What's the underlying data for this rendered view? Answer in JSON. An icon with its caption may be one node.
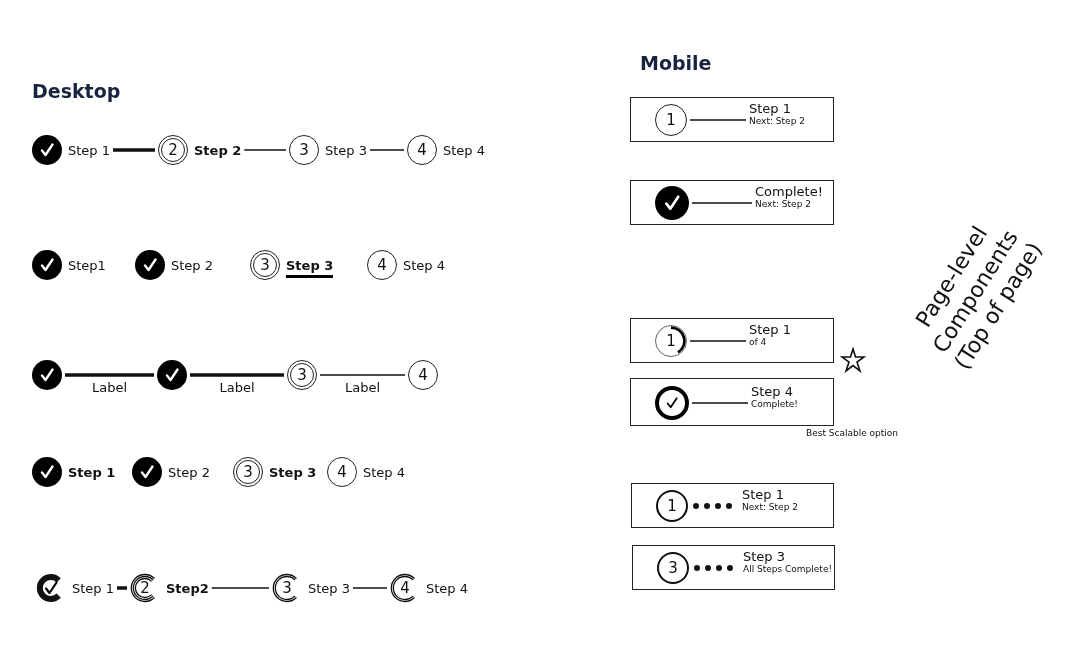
{
  "diagram": {
    "nodes": [
      {
        "text": [
          "Step 1"
        ]
      },
      {
        "text": [
          "2",
          "Step 2"
        ]
      },
      {
        "text": [
          "3",
          "Step 3"
        ]
      },
      {
        "text": [
          "4",
          "Step 4"
        ]
      },
      {
        "text": [
          "Step1"
        ]
      },
      {
        "text": [
          "Step 2"
        ]
      },
      {
        "text": [
          "3",
          "Step 3"
        ]
      },
      {
        "text": [
          "4",
          "Step 4"
        ]
      },
      {
        "text": [],
        "shape": "circle"
      },
      {
        "text": [],
        "shape": "circle"
      },
      {
        "text": [
          "3"
        ]
      },
      {
        "text": [
          "4"
        ]
      },
      {
        "text": [
          "Step 1"
        ]
      },
      {
        "text": [
          "Step 2"
        ]
      },
      {
        "text": [
          "3",
          "Step 3"
        ]
      },
      {
        "text": [
          "4",
          "Step 4"
        ]
      },
      {
        "text": [
          "Step 1"
        ]
      },
      {
        "text": [
          "2",
          "Step2"
        ]
      },
      {
        "text": [
          "3",
          "Step 3"
        ]
      },
      {
        "text": [
          "4",
          "Step 4"
        ]
      },
      {
        "text": [],
        "shape": "box"
      },
      {
        "text": [
          "1"
        ],
        "in": 20
      },
      {
        "text": [
          "Step 1",
          "Next: Step 2"
        ],
        "in": 20
      },
      {
        "text": [],
        "shape": "box"
      },
      {
        "text": [],
        "shape": "circle",
        "in": 23
      },
      {
        "text": [
          "Complete!",
          "Next: Step 2"
        ],
        "in": 23
      },
      {
        "text": [],
        "shape": "box"
      },
      {
        "text": [
          "1"
        ],
        "in": 26
      },
      {
        "text": [
          "Step 1",
          "of 4"
        ],
        "in": 26
      },
      {
        "text": [],
        "shape": "box"
      },
      {
        "text": [],
        "shape": "circle",
        "in": 29
      },
      {
        "text": [
          "Step 4",
          "Complete!"
        ],
        "in": 29
      },
      {
        "text": [],
        "shape": "box"
      },
      {
        "text": [
          "1"
        ],
        "in": 32
      },
      {
        "text": [
          "Step 1",
          "Next: Step 2"
        ],
        "in": 32
      },
      {
        "text": [],
        "shape": "box"
      },
      {
        "text": [
          "3"
        ],
        "in": 35
      },
      {
        "text": [
          "Step 3",
          "All Steps Complete!"
        ],
        "in": 35
      }
    ],
    "edges": [
      {
        "from": 0,
        "to": 1,
        "arrow": "none",
        "style": "thick"
      },
      {
        "from": 1,
        "to": 2,
        "arrow": "none"
      },
      {
        "from": 2,
        "to": 3,
        "arrow": "none"
      },
      {
        "from": 8,
        "to": 9,
        "arrow": "none",
        "label": "Label",
        "style": "thick"
      },
      {
        "from": 9,
        "to": 10,
        "arrow": "none",
        "label": "Label",
        "style": "thick"
      },
      {
        "from": 10,
        "to": 11,
        "arrow": "none",
        "label": "Label"
      },
      {
        "from": 16,
        "to": 17,
        "arrow": "none",
        "style": "thick"
      },
      {
        "from": 17,
        "to": 18,
        "arrow": "none"
      },
      {
        "from": 18,
        "to": 19,
        "arrow": "none"
      },
      {
        "from": 21,
        "to": 22,
        "arrow": "none"
      },
      {
        "from": 24,
        "to": 25,
        "arrow": "none"
      },
      {
        "from": 27,
        "to": 28,
        "arrow": "none"
      },
      {
        "from": 30,
        "to": 31,
        "arrow": "none"
      },
      {
        "from": 33,
        "to": 34,
        "arrow": "none",
        "style": "dashed"
      },
      {
        "from": 36,
        "to": 37,
        "arrow": "none",
        "style": "dashed"
      }
    ],
    "labels": [
      "Mobile",
      "Desktop",
      "Page-level Components (Top of page)",
      "Best Scalable option"
    ]
  }
}
